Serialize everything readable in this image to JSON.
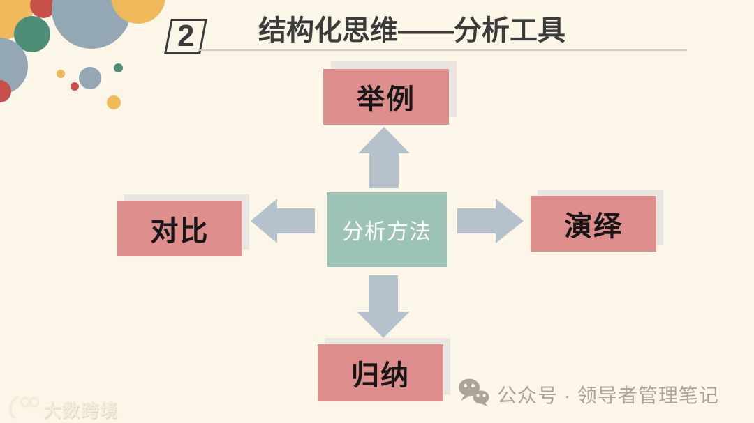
{
  "slide": {
    "background_color": "#FBF6E8",
    "colors": {
      "node_pink": "#DE8E8C",
      "center_teal": "#9DC3B6",
      "arrow_gray": "#B6C2CB",
      "shadow_gray": "#E9E6E1",
      "title_text": "#3B3B3B",
      "watermark_gray": "#A9A59C",
      "circle_yellow": "#EFB95C",
      "circle_red": "#C8504B",
      "circle_teal": "#4E8E76",
      "circle_gray_blue": "#93A8B4"
    },
    "header": {
      "number": "2",
      "title": "结构化思维——分析工具"
    },
    "diagram": {
      "center": {
        "label": "分析方法"
      },
      "nodes": [
        {
          "position": "top",
          "label": "举例"
        },
        {
          "position": "left",
          "label": "对比"
        },
        {
          "position": "right",
          "label": "演绎"
        },
        {
          "position": "bottom",
          "label": "归纳"
        }
      ],
      "arrows": [
        "up",
        "left",
        "right",
        "down"
      ]
    },
    "footer": {
      "left_watermark": {
        "icon": "brand-100-logo",
        "text": "大数跨境"
      },
      "right_watermark": {
        "icon": "wechat-icon",
        "text": "公众号 · 领导者管理笔记"
      }
    }
  }
}
